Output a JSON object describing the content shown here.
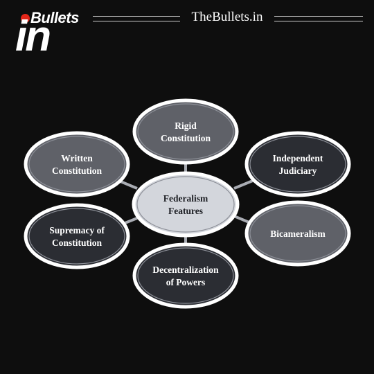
{
  "brand": {
    "logo_word": "Bullets",
    "logo_in": "in",
    "site_title": "TheBullets.in"
  },
  "diagram": {
    "center": {
      "lines": [
        "Federalism",
        "Features"
      ]
    },
    "features": [
      {
        "id": "rigid-constitution",
        "lines": [
          "Rigid",
          "Constitution"
        ]
      },
      {
        "id": "independent-judiciary",
        "lines": [
          "Independent",
          "Judiciary"
        ]
      },
      {
        "id": "bicameralism",
        "lines": [
          "Bicameralism"
        ]
      },
      {
        "id": "decentralization-of-powers",
        "lines": [
          "Decentralization",
          "of Powers"
        ]
      },
      {
        "id": "supremacy-of-constitution",
        "lines": [
          "Supremacy of",
          "Constitution"
        ]
      },
      {
        "id": "written-constitution",
        "lines": [
          "Written",
          "Constitution"
        ]
      }
    ]
  },
  "colors": {
    "background": "#0e0e0e",
    "center_fill": "#d3d6dc",
    "light_fill": "#5f6168",
    "dark_fill": "#2b2d33",
    "outline": "#ffffff",
    "connector": "#a9acb3",
    "accent_red": "#e32619"
  }
}
